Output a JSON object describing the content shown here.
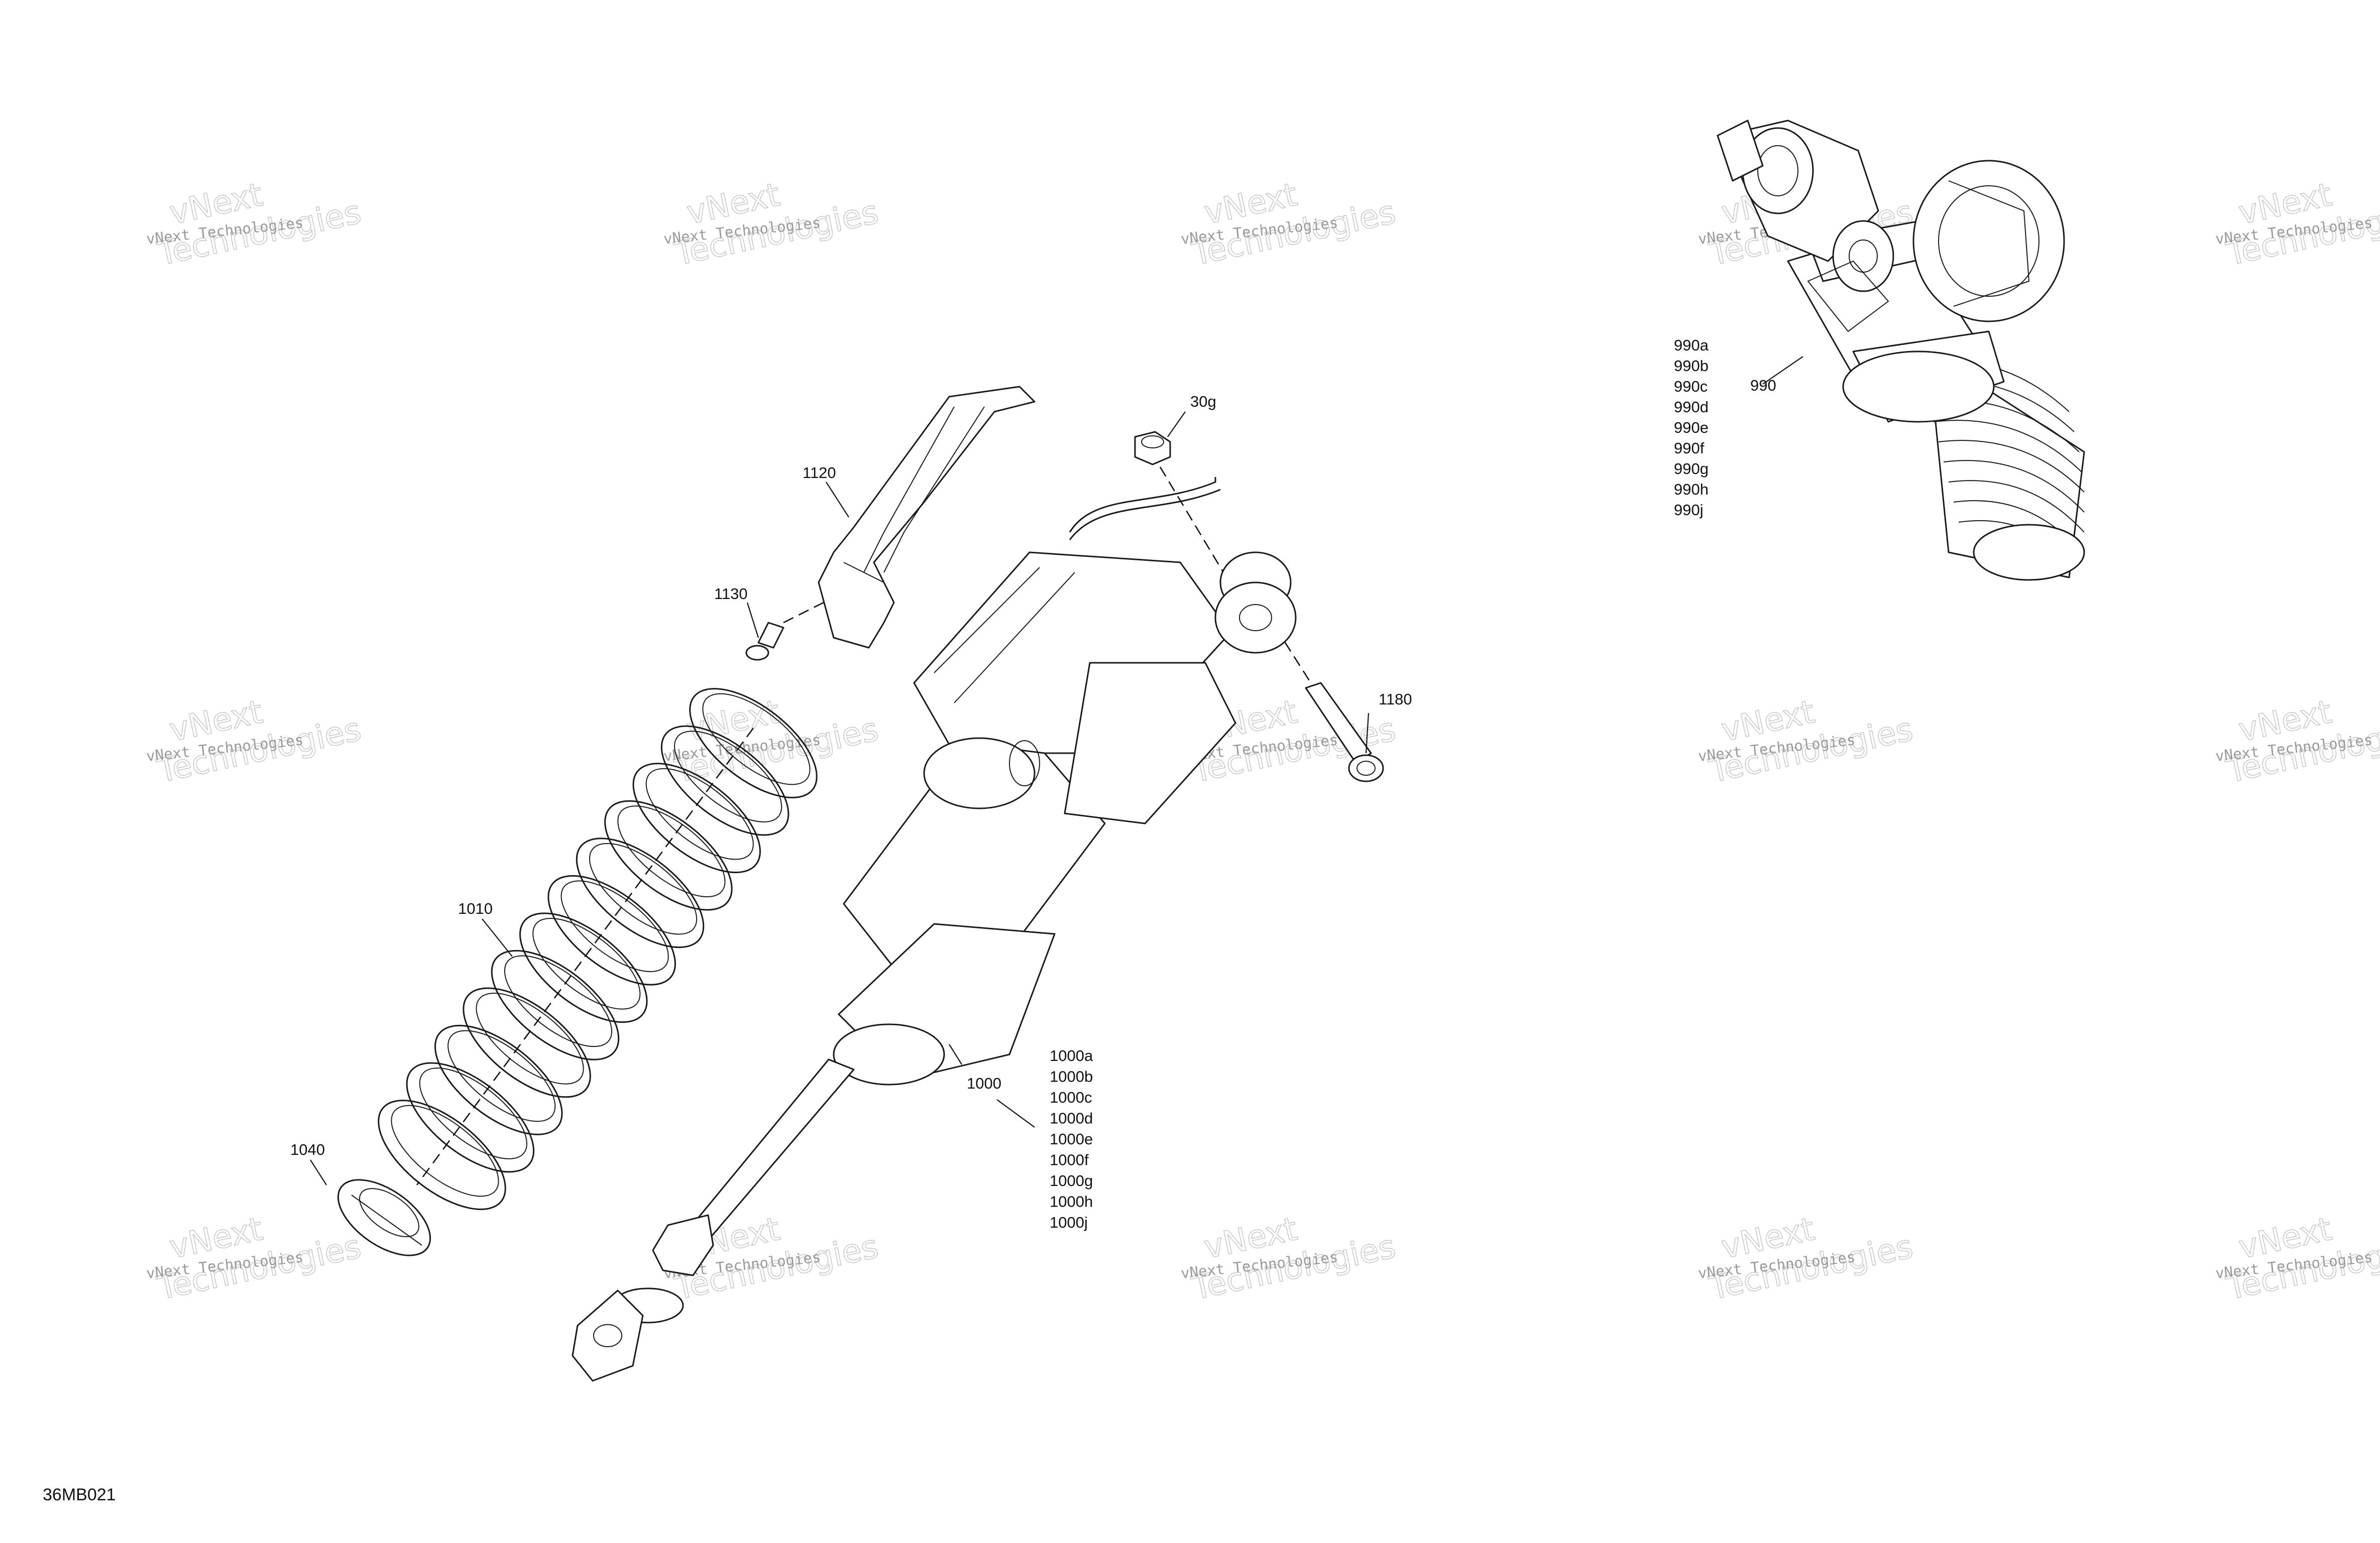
{
  "watermark": {
    "small_text": "vNext Technologies",
    "big_top": "vNext",
    "big_bottom": "Technologies"
  },
  "callouts": {
    "c990": "990",
    "c990_variants": [
      "990a",
      "990b",
      "990c",
      "990d",
      "990e",
      "990f",
      "990g",
      "990h",
      "990j"
    ],
    "c30g": "30g",
    "c1120": "1120",
    "c1130": "1130",
    "c1180": "1180",
    "c1010": "1010",
    "c1000": "1000",
    "c1000_variants": [
      "1000a",
      "1000b",
      "1000c",
      "1000d",
      "1000e",
      "1000f",
      "1000g",
      "1000h",
      "1000j"
    ],
    "c1040": "1040"
  },
  "figure_code": "36MB021"
}
